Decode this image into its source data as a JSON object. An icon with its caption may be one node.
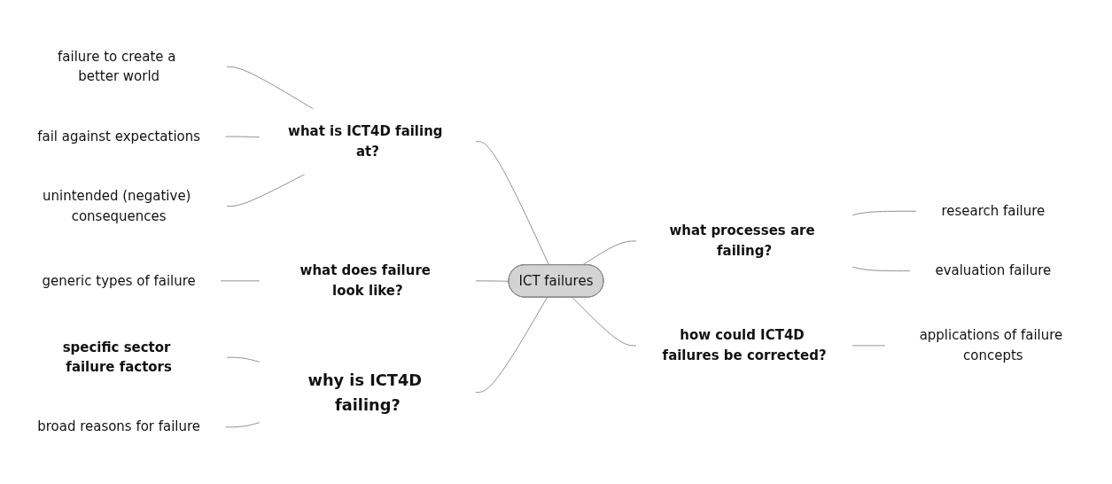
{
  "diagram": {
    "nodes": [
      {
        "text": [
          "ICT failures"
        ]
      },
      {
        "text": [
          "what is ICT4D failing at?"
        ]
      },
      {
        "text": [
          "failure to create a better world"
        ]
      },
      {
        "text": [
          "fail against expectations"
        ]
      },
      {
        "text": [
          "unintended (negative) consequences"
        ]
      },
      {
        "text": [
          "what does failure look like?"
        ]
      },
      {
        "text": [
          "generic types of failure"
        ]
      },
      {
        "text": [
          "specific sector failure factors"
        ]
      },
      {
        "text": [
          "broad reasons for failure"
        ]
      },
      {
        "text": [
          "why is ICT4D failing?"
        ]
      },
      {
        "text": [
          "what processes are failing?"
        ]
      },
      {
        "text": [
          "research failure"
        ]
      },
      {
        "text": [
          "evaluation failure"
        ]
      },
      {
        "text": [
          "how could ICT4D failures be corrected?"
        ]
      },
      {
        "text": [
          "applications of failure concepts"
        ]
      }
    ],
    "edges": [
      {
        "from": 2,
        "to": 1,
        "arrow": "none"
      },
      {
        "from": 3,
        "to": 1,
        "arrow": "none"
      },
      {
        "from": 4,
        "to": 1,
        "arrow": "none"
      },
      {
        "from": 1,
        "to": 0,
        "arrow": "none"
      },
      {
        "from": 6,
        "to": 5,
        "arrow": "none"
      },
      {
        "from": 5,
        "to": 0,
        "arrow": "none"
      },
      {
        "from": 7,
        "to": 9,
        "arrow": "none"
      },
      {
        "from": 8,
        "to": 9,
        "arrow": "none"
      },
      {
        "from": 9,
        "to": 0,
        "arrow": "none"
      },
      {
        "from": 0,
        "to": 10,
        "arrow": "none"
      },
      {
        "from": 10,
        "to": 11,
        "arrow": "none"
      },
      {
        "from": 10,
        "to": 12,
        "arrow": "none"
      },
      {
        "from": 0,
        "to": 13,
        "arrow": "none"
      },
      {
        "from": 13,
        "to": 14,
        "arrow": "none"
      }
    ]
  }
}
